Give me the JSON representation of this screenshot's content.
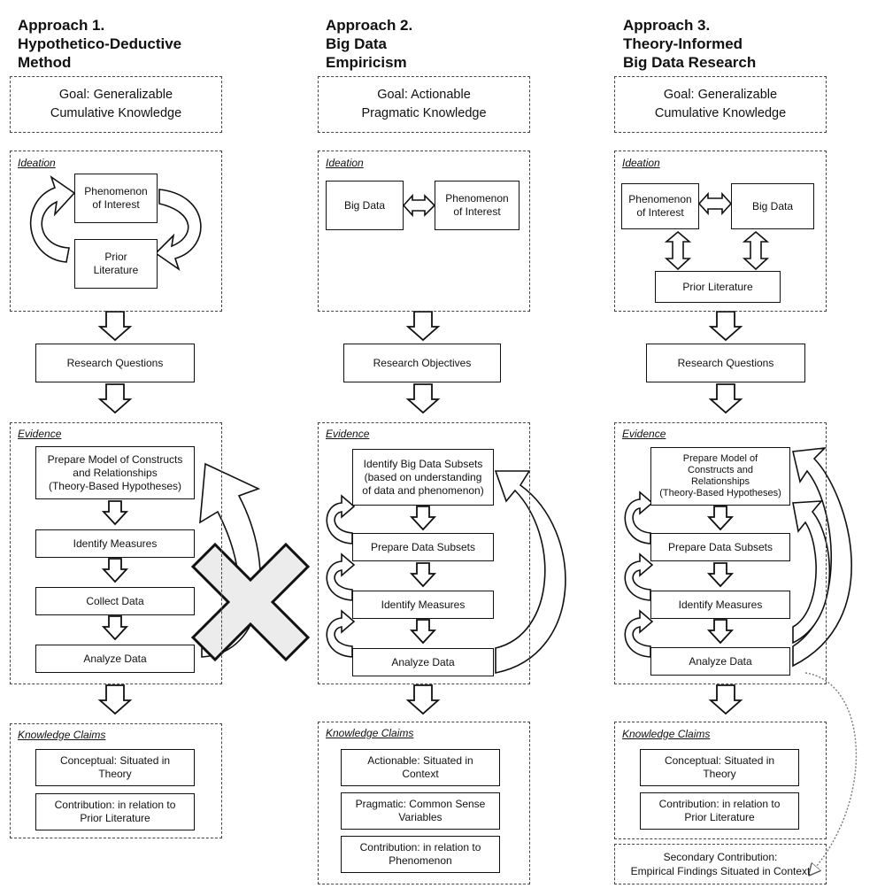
{
  "columns": [
    {
      "title": [
        "Approach 1.",
        "Hypothetico-Deductive",
        "Method"
      ],
      "goal": [
        "Goal: Generalizable",
        "Cumulative Knowledge"
      ],
      "ideation_label": "Ideation",
      "ideation": {
        "phenomenon": [
          "Phenomenon",
          "of Interest"
        ],
        "literature": [
          "Prior",
          "Literature"
        ]
      },
      "question": "Research Questions",
      "evidence_label": "Evidence",
      "evidence": {
        "model": [
          "Prepare Model of Constructs",
          "and Relationships",
          "(Theory-Based Hypotheses)"
        ],
        "step1": "Identify Measures",
        "step2": "Collect Data",
        "step3": "Analyze Data"
      },
      "claims_label": "Knowledge Claims",
      "claims": [
        [
          "Conceptual: Situated in",
          "Theory"
        ],
        [
          "Contribution: in relation to",
          "Prior Literature"
        ]
      ]
    },
    {
      "title": [
        "Approach 2.",
        "Big Data",
        "Empiricism"
      ],
      "goal": [
        "Goal: Actionable",
        "Pragmatic Knowledge"
      ],
      "ideation_label": "Ideation",
      "ideation": {
        "bigdata": "Big Data",
        "phenomenon": [
          "Phenomenon",
          "of Interest"
        ]
      },
      "question": "Research Objectives",
      "evidence_label": "Evidence",
      "evidence": {
        "model": [
          "Identify Big Data Subsets",
          "(based on understanding",
          "of data and phenomenon)"
        ],
        "step1": "Prepare Data Subsets",
        "step2": "Identify Measures",
        "step3": "Analyze Data"
      },
      "claims_label": "Knowledge Claims",
      "claims": [
        [
          "Actionable: Situated in",
          "Context"
        ],
        [
          "Pragmatic: Common Sense",
          "Variables"
        ],
        [
          "Contribution: in relation to",
          "Phenomenon"
        ]
      ]
    },
    {
      "title": [
        "Approach 3.",
        "Theory-Informed",
        "Big Data Research"
      ],
      "goal": [
        "Goal: Generalizable",
        "Cumulative Knowledge"
      ],
      "ideation_label": "Ideation",
      "ideation": {
        "phenomenon": [
          "Phenomenon",
          "of Interest"
        ],
        "bigdata": "Big Data",
        "literature": "Prior Literature"
      },
      "question": "Research Questions",
      "evidence_label": "Evidence",
      "evidence": {
        "model": [
          "Prepare Model of",
          "Constructs and",
          "Relationships",
          "(Theory-Based Hypotheses)"
        ],
        "step1": "Prepare Data Subsets",
        "step2": "Identify Measures",
        "step3": "Analyze Data"
      },
      "claims_label": "Knowledge Claims",
      "claims": [
        [
          "Conceptual: Situated in",
          "Theory"
        ],
        [
          "Contribution: in relation to",
          "Prior Literature"
        ]
      ],
      "secondary": [
        "Secondary Contribution:",
        "Empirical Findings Situated in Context"
      ]
    }
  ]
}
